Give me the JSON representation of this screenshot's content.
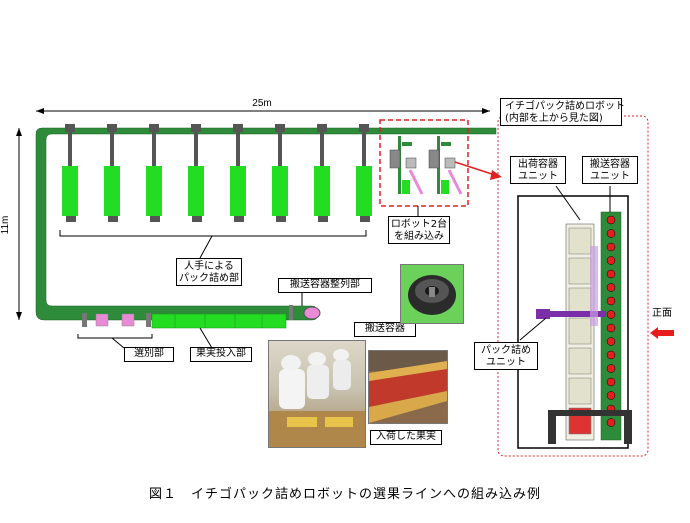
{
  "dimensions": {
    "length": "25m",
    "width": "11m"
  },
  "labels": {
    "manual_packing": [
      "人手による",
      "パック詰め部"
    ],
    "robots_incorporated": [
      "ロボット2台",
      "を組み込み"
    ],
    "carrier_alignment": "搬送容器整列部",
    "carrier": "搬送容器",
    "sorting": "選別部",
    "fruit_input": "果実投入部",
    "incoming_fruit": "入荷した果実",
    "robot_panel_title": [
      "イチゴパック詰めロボット",
      "(内部を上から見た図)"
    ],
    "shipping_unit": [
      "出荷容器",
      "ユニット"
    ],
    "carrier_unit": [
      "搬送容器",
      "ユニット"
    ],
    "packing_unit": [
      "パック詰め",
      "ユニット"
    ],
    "front": "正面"
  },
  "caption": "図１　イチゴパック詰めロボットの選果ラインへの組み込み例",
  "colors": {
    "conveyor": "#2e8b3a",
    "station": "#22dd22",
    "station_frame": "#555555",
    "pink": "#e98ad6",
    "robot_zone": "#e02020",
    "front_arrow": "#e81e1e"
  },
  "icons": [
    "robot-unit-icon",
    "carrier-container-photo",
    "worker-photo",
    "fruit-photo",
    "front-arrow-icon"
  ]
}
